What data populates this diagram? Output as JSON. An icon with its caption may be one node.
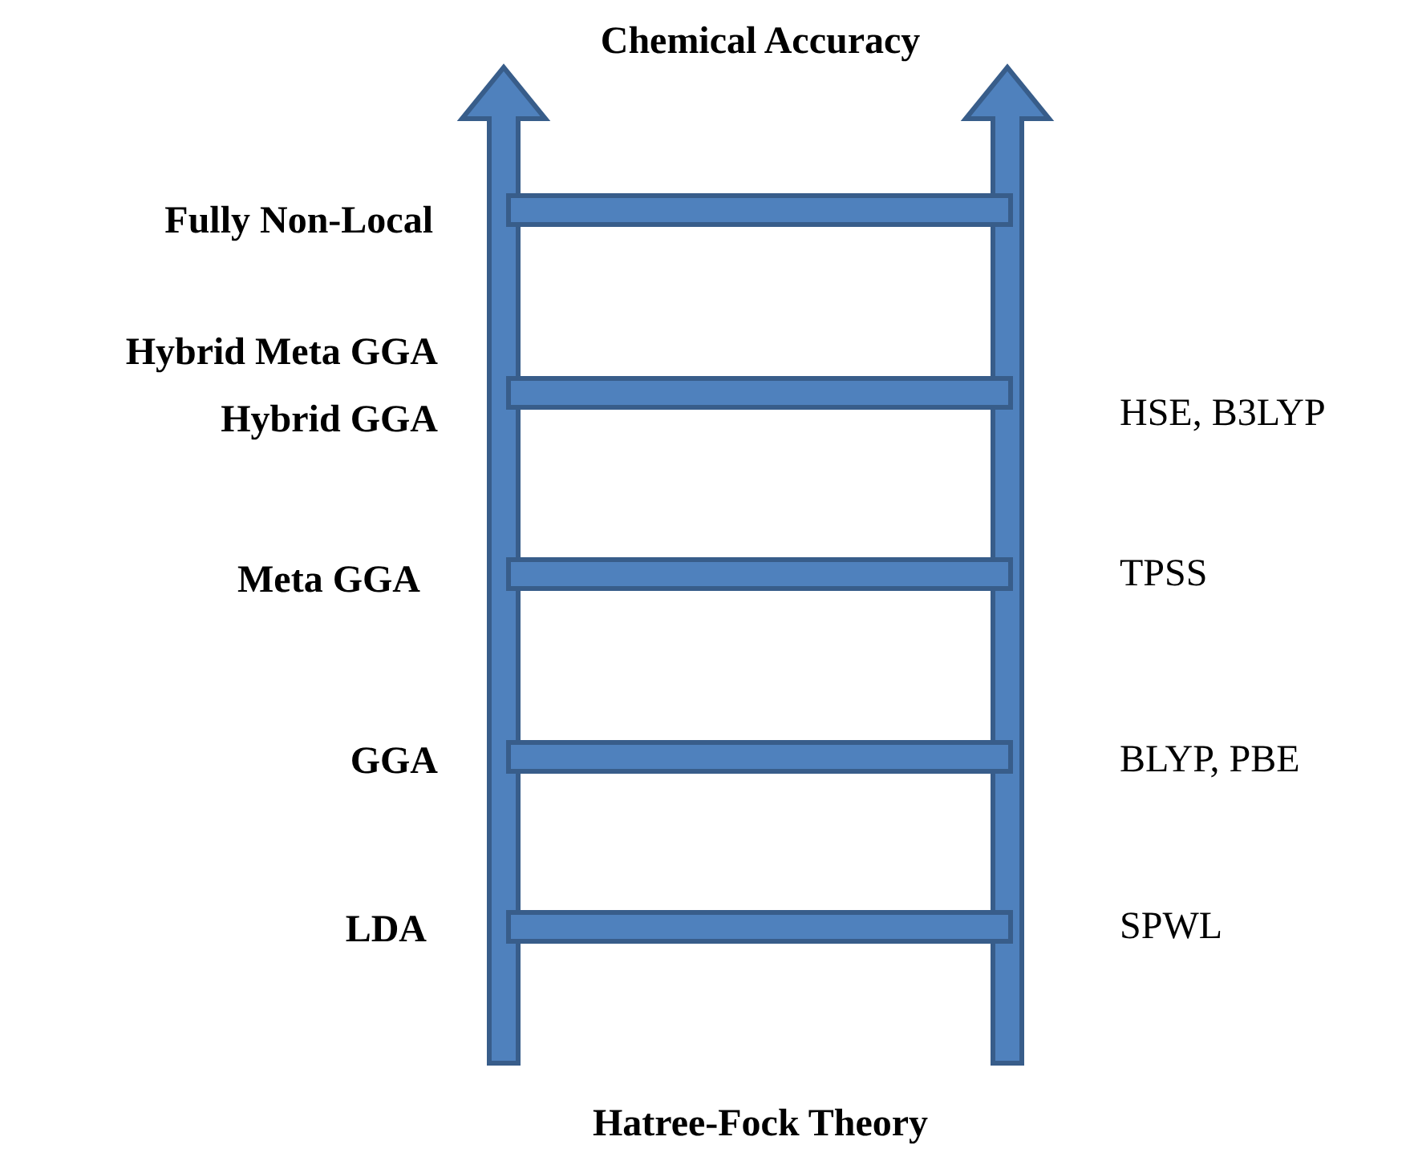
{
  "diagram": {
    "labels": [
      "Chemical Accuracy",
      "Fully Non-Local",
      "Hybrid Meta GGA",
      "Hybrid GGA",
      "HSE, B3LYP",
      "Meta GGA",
      "TPSS",
      "GGA",
      "BLYP, PBE",
      "LDA",
      "SPWL",
      "Hatree-Fock Theory"
    ]
  }
}
